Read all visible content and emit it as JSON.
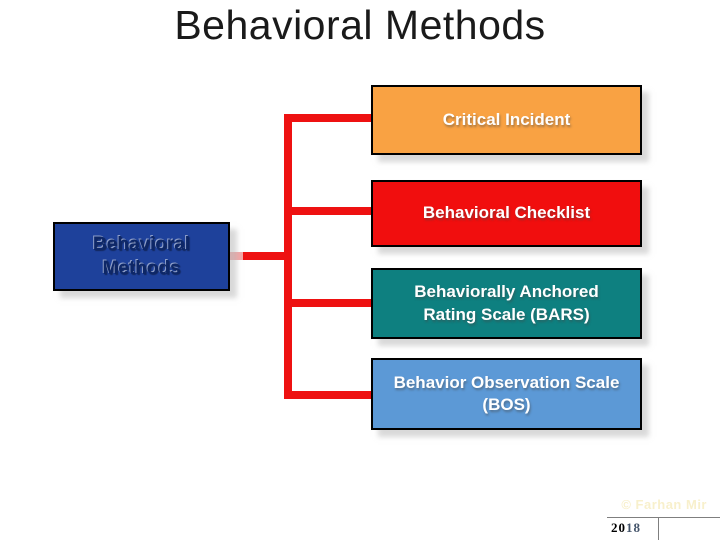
{
  "slide": {
    "title": "Behavioral Methods",
    "background_color": "#ffffff"
  },
  "diagram": {
    "connector_color": "#EE1111",
    "border_color": "#000000",
    "root": {
      "label": "Behavioral Methods",
      "fill": "#1E419B",
      "text_color": "#0D2768"
    },
    "children": [
      {
        "label": "Critical Incident",
        "fill": "#F9A243",
        "text_color": "#FFFFFF"
      },
      {
        "label": "Behavioral Checklist",
        "fill": "#F10E0E",
        "text_color": "#FFFFFF"
      },
      {
        "label": "Behaviorally Anchored Rating Scale (BARS)",
        "fill": "#0E8080",
        "text_color": "#FFFFFF"
      },
      {
        "label": "Behavior Observation Scale (BOS)",
        "fill": "#5C99D6",
        "text_color": "#FFFFFF"
      }
    ]
  },
  "footer": {
    "watermark": "© Farhan Mir",
    "watermark_color": "#F8F0CC",
    "year_prefix": "20",
    "year_suffix": "18",
    "year_prefix_color": "#000000",
    "year_suffix_color": "#44546A"
  }
}
